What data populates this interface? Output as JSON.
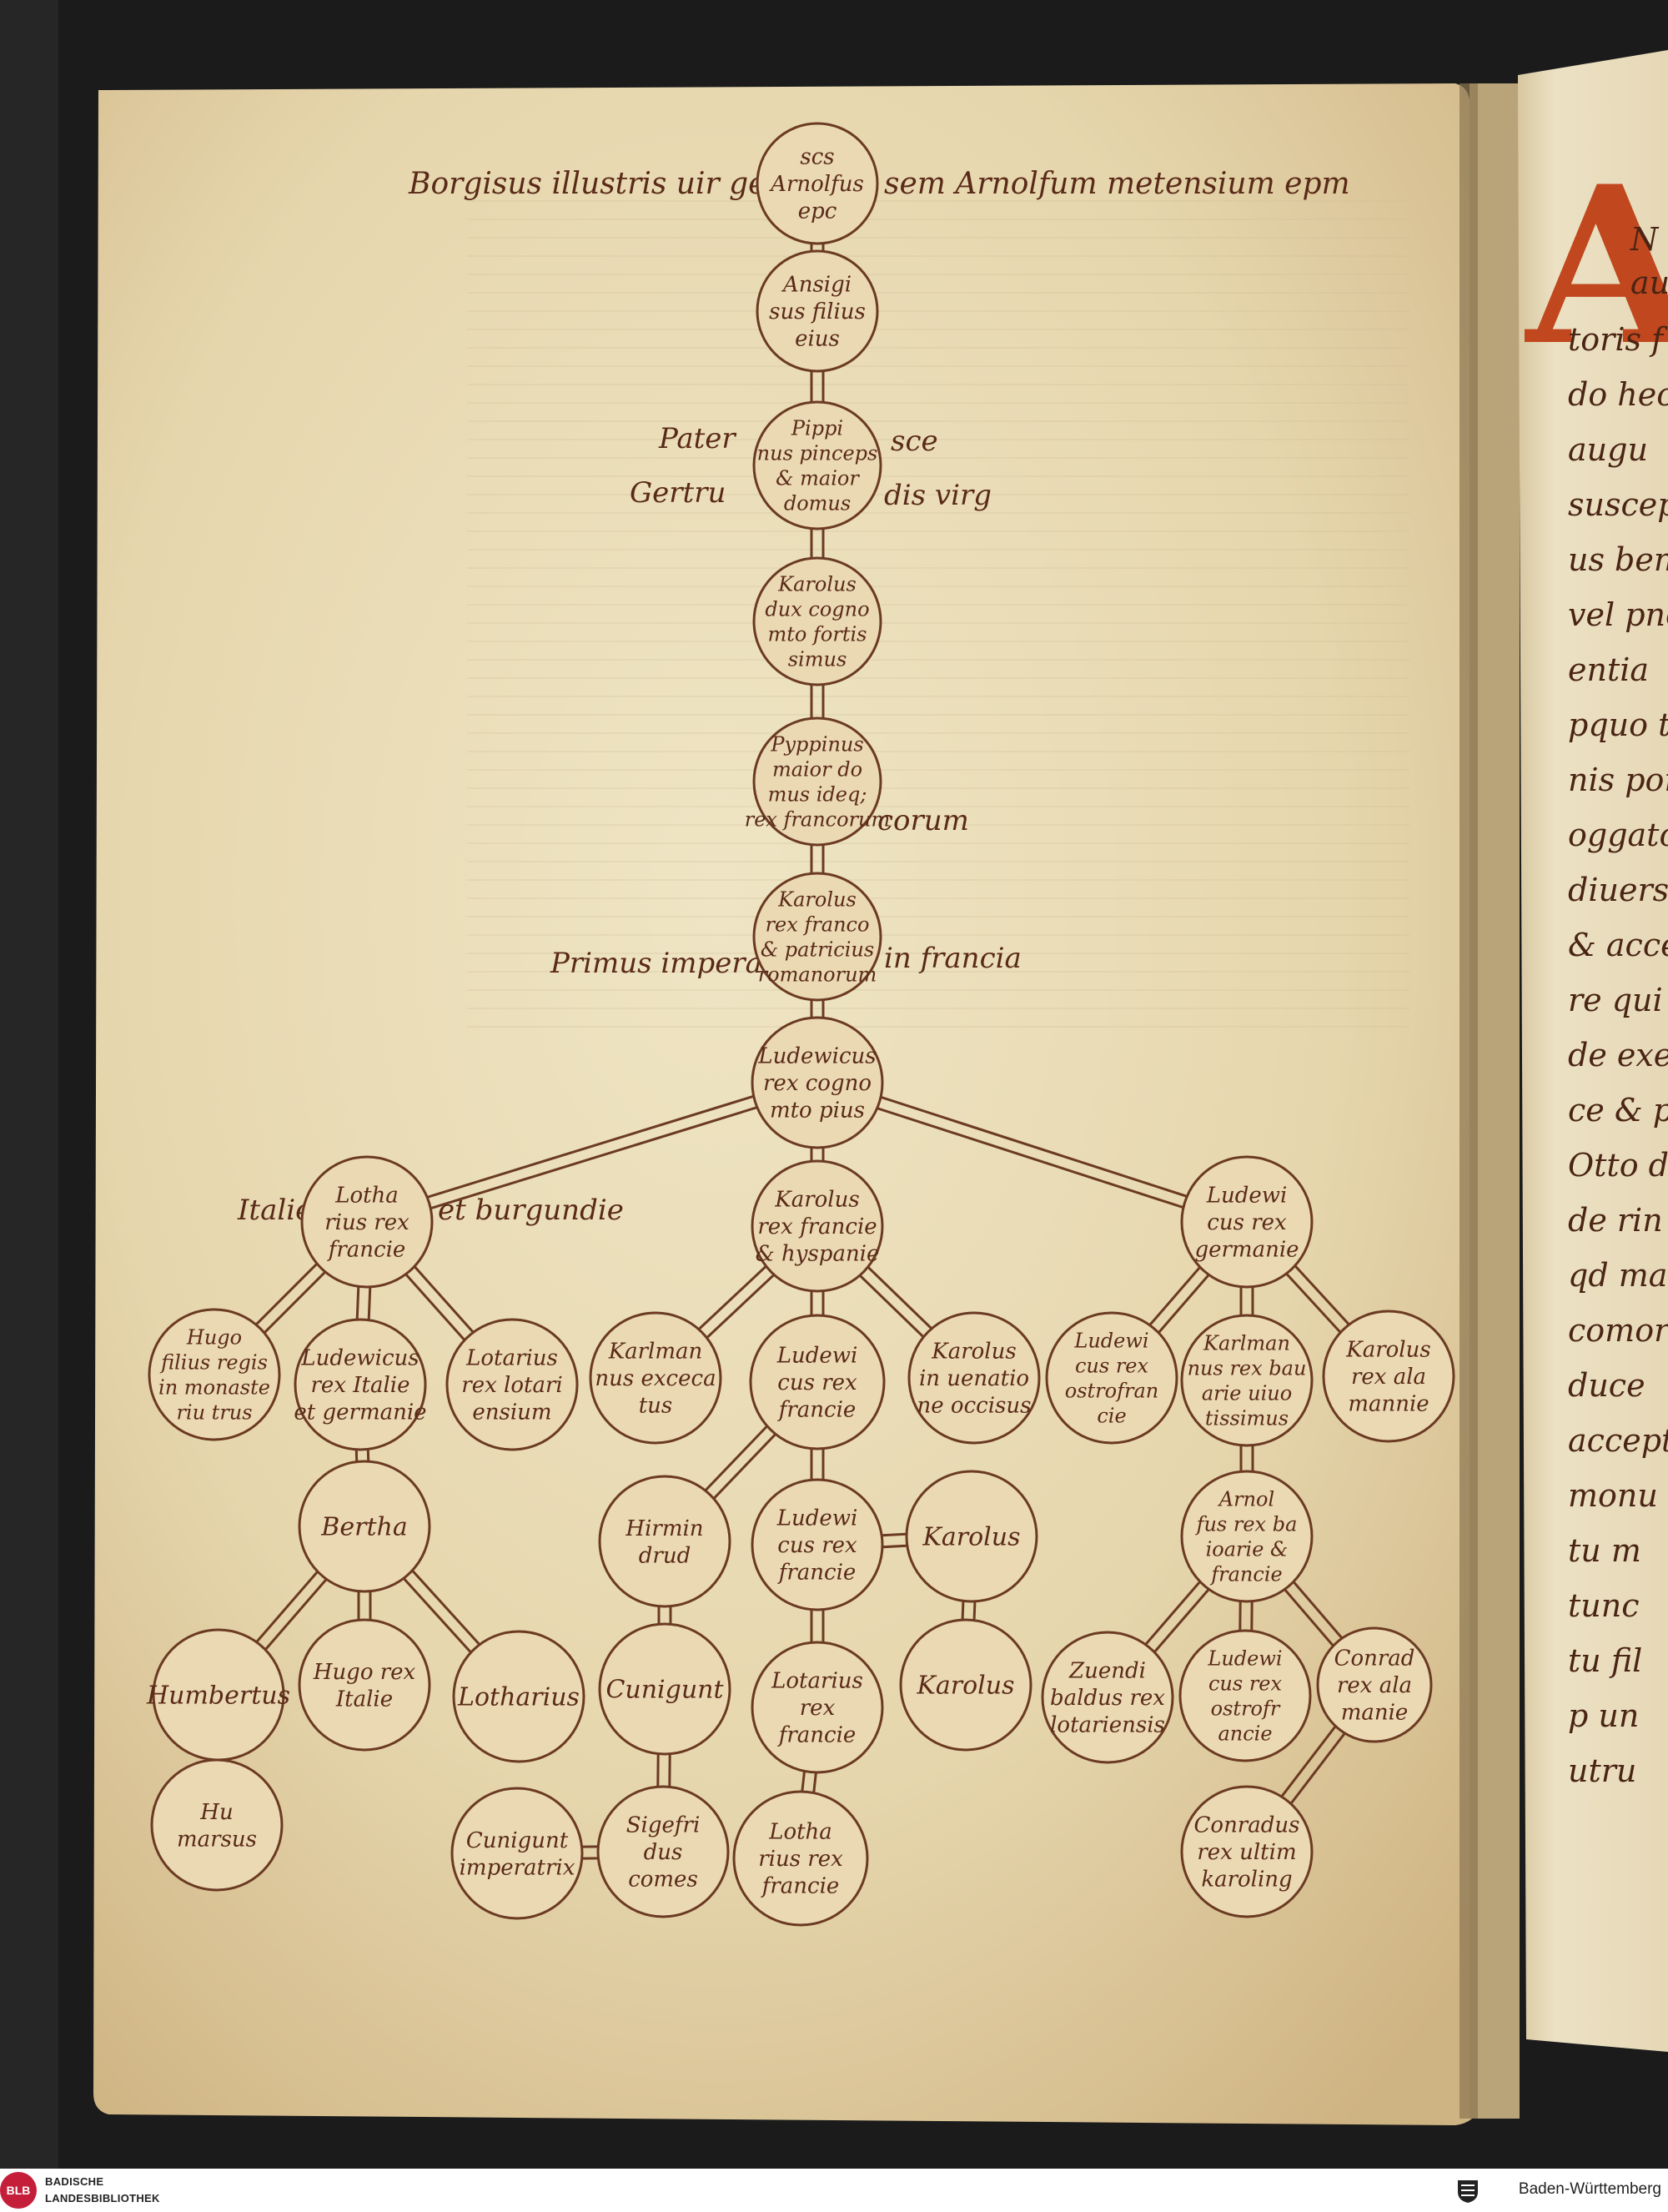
{
  "manuscript": {
    "colors": {
      "ink": "#5a2a18",
      "rubric": "#c0471e",
      "parchment": "#e9dcb8",
      "binding": "#1b1b1b"
    },
    "header_line": {
      "left": "Borgisus illustris uir gen",
      "right": "sem Arnolfum metensium epm"
    },
    "margin_texts": {
      "pater": "Pater",
      "gertru": "Gertru",
      "sce": "sce",
      "dis_virg": "dis virg",
      "corum": "corum",
      "primus": "Primus imperator",
      "infrancia": "in francia",
      "italie": "Italie",
      "burgundie": "et burgundie"
    },
    "nodes": {
      "arnolfus": [
        "scs",
        "Arnolfus",
        "epc"
      ],
      "ansigisus": [
        "Ansigi",
        "sus filius",
        "eius"
      ],
      "pippinus": [
        "Pippi",
        "nus pinceps",
        "& maior",
        "domus"
      ],
      "karolus_dux": [
        "Karolus",
        "dux cogno",
        "mto fortis",
        "simus"
      ],
      "pyppinus": [
        "Pyppinus",
        "maior do",
        "mus ideq;",
        "rex francorum"
      ],
      "karolus_rex": [
        "Karolus",
        "rex franco",
        "& patricius",
        "romanorum"
      ],
      "ludewicus": [
        "Ludewicus",
        "rex cogno",
        "mto pius"
      ],
      "lotharius": [
        "Lotha",
        "rius rex",
        "francie"
      ],
      "karolus_hyspanie": [
        "Karolus",
        "rex francie",
        "& hyspanie"
      ],
      "ludewicus_germ": [
        "Ludewi",
        "cus rex",
        "germanie"
      ],
      "hugo": [
        "Hugo",
        "filius regis",
        "in monaste",
        "riu trus"
      ],
      "ludewicus_italie": [
        "Ludewicus",
        "rex Italie",
        "et germanie"
      ],
      "lotarius_rex": [
        "Lotarius",
        "rex lotari",
        "ensium"
      ],
      "karlmannus_exc": [
        "Karlman",
        "nus exceca",
        "tus"
      ],
      "ludewicus_francie": [
        "Ludewi",
        "cus rex",
        "francie"
      ],
      "karolus_venatio": [
        "Karolus",
        "in uenatio",
        "ne occisus"
      ],
      "ludewicus_ostro": [
        "Ludewi",
        "cus rex",
        "ostrofran",
        "cie"
      ],
      "karlmannus_bau": [
        "Karlman",
        "nus rex bau",
        "arie uiuo",
        "tissimus"
      ],
      "karolus_alam": [
        "Karolus",
        "rex ala",
        "mannie"
      ],
      "bertha": [
        "Bertha"
      ],
      "hirmindrud": [
        "Hirmin",
        "drud"
      ],
      "ludewicus_francie2": [
        "Ludewi",
        "cus rex",
        "francie"
      ],
      "karolus_c": [
        "Karolus"
      ],
      "arnolfus_rex": [
        "Arnol",
        "fus rex ba",
        "ioarie & ",
        "francie"
      ],
      "humbertus": [
        "Humbertus"
      ],
      "hugo_rex": [
        "Hugo rex",
        "Italie"
      ],
      "lotharius2": [
        "Lotharius"
      ],
      "cunigunt": [
        "Cunigunt"
      ],
      "lotarius_francie": [
        "Lotarius",
        "rex",
        "francie"
      ],
      "karolus_d": [
        "Karolus"
      ],
      "zuendi": [
        "Zuendi",
        "baldus rex",
        "lotariensis"
      ],
      "ludewicus_ostro2": [
        "Ludewi",
        "cus rex",
        "ostrofr",
        "ancie"
      ],
      "conradus_a": [
        "Conrad",
        "rex ala",
        "manie"
      ],
      "humarsus": [
        "Hu",
        "marsus"
      ],
      "cunigunt_imp": [
        "Cunigunt",
        "imperatrix"
      ],
      "sigefridus": [
        "Sigefri",
        "dus",
        "comes"
      ],
      "lotharius_francie": [
        "Lotha",
        "rius rex",
        "francie"
      ],
      "conradus_ult": [
        "Conradus",
        "rex ultim",
        "karoling"
      ]
    },
    "right_page": {
      "initial": "A",
      "lines": [
        "N ",
        "au",
        "toris f",
        "do hec",
        "augu",
        "suscep",
        "us ben",
        "vel pnc",
        "entia",
        "pquo t",
        "nis por",
        "oggato",
        "diuers",
        "& accep",
        "re qui",
        "de exe",
        "ce & p",
        "Otto de",
        "de rin",
        "qd ma",
        "comor",
        "duce",
        "accept",
        "monu",
        "tu m",
        "tunc",
        "tu fil",
        "p un",
        "utru"
      ]
    }
  },
  "footer": {
    "logo_text": "BLB",
    "library_line1": "BADISCHE",
    "library_line2": "LANDESBIBLIOTHEK",
    "state_label": "Baden-Württemberg"
  }
}
